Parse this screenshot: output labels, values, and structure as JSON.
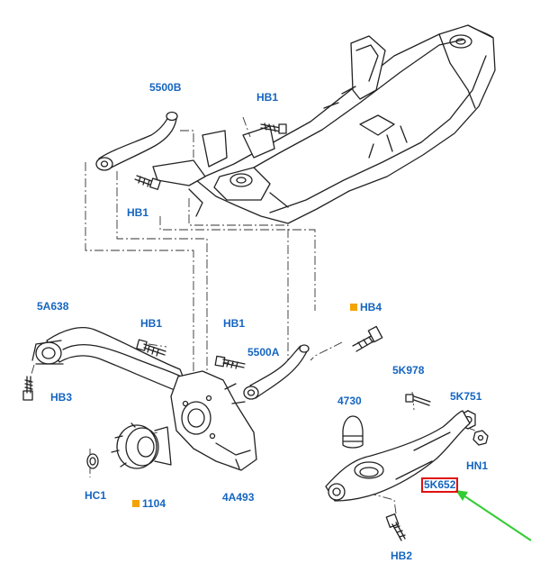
{
  "labels": {
    "l5500B": "5500B",
    "lHB1_top": "HB1",
    "lHB1_left": "HB1",
    "l5A638": "5A638",
    "lHB1_mid1": "HB1",
    "lHB1_mid2": "HB1",
    "lHB4": "HB4",
    "l5500A": "5500A",
    "lHB3": "HB3",
    "l5K978": "5K978",
    "l4730": "4730",
    "l5K751": "5K751",
    "lHN1": "HN1",
    "lHC1": "HC1",
    "l1104": "1104",
    "l4A493": "4A493",
    "l5K652": "5K652",
    "lHB2": "HB2"
  },
  "colors": {
    "label_text": "#1565c0",
    "marker": "#f5a300",
    "highlight_box": "#e01010",
    "pointer_arrow": "#33cc33",
    "line_art": "#222222"
  },
  "highlighted_part": "5K652"
}
